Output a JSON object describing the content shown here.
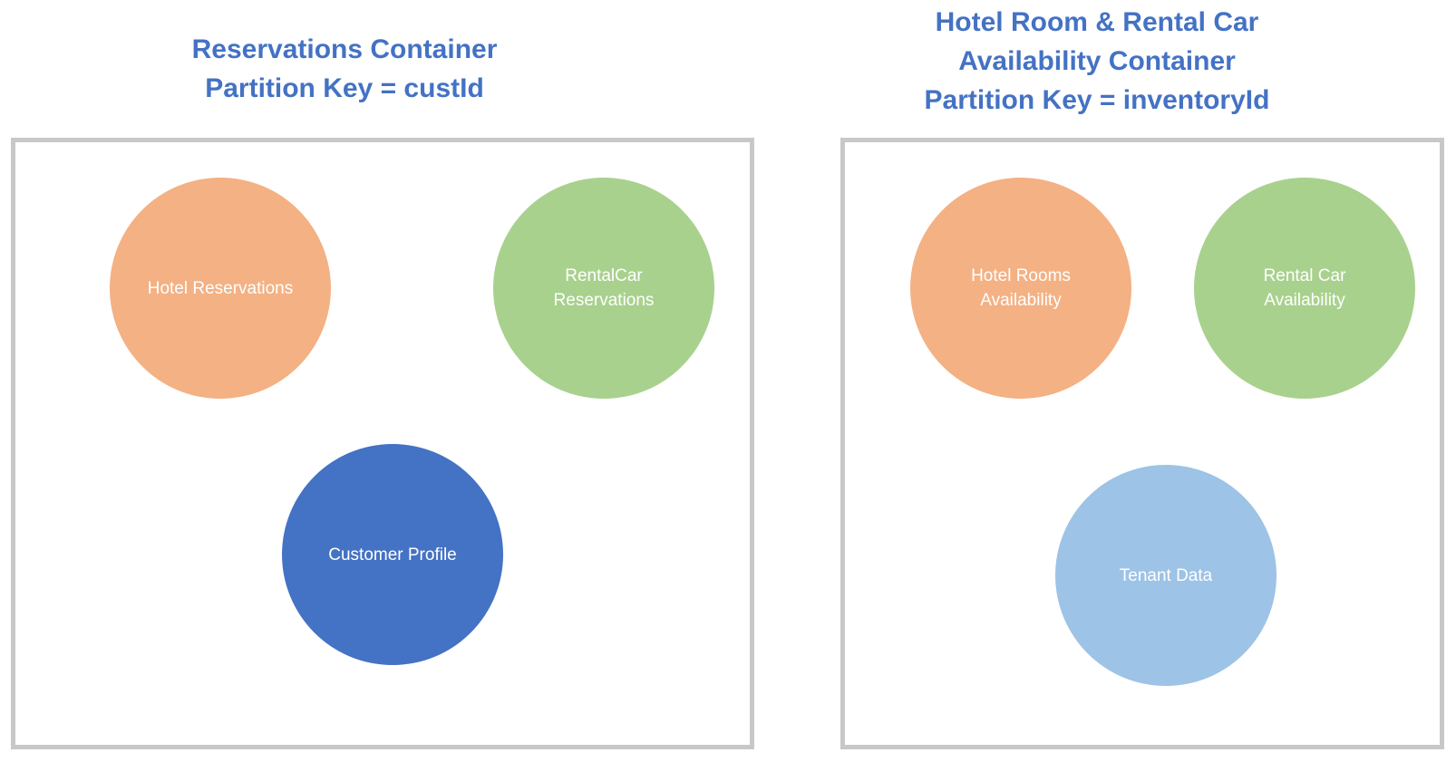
{
  "left_container": {
    "title_lines": [
      "Reservations Container",
      "Partition Key = custId"
    ],
    "items": [
      {
        "label": "Hotel Reservations",
        "color": "#f4b183"
      },
      {
        "label": "RentalCar\nReservations",
        "color": "#a9d18e"
      },
      {
        "label": "Customer Profile",
        "color": "#4472c4"
      }
    ]
  },
  "right_container": {
    "title_lines": [
      "Hotel Room & Rental Car",
      "Availability Container",
      "Partition Key = inventoryId"
    ],
    "items": [
      {
        "label": "Hotel Rooms\nAvailability",
        "color": "#f4b183"
      },
      {
        "label": "Rental Car\nAvailability",
        "color": "#a9d18e"
      },
      {
        "label": "Tenant Data",
        "color": "#9dc3e6"
      }
    ]
  },
  "colors": {
    "title": "#4472c4",
    "border": "#c8c8c8"
  }
}
